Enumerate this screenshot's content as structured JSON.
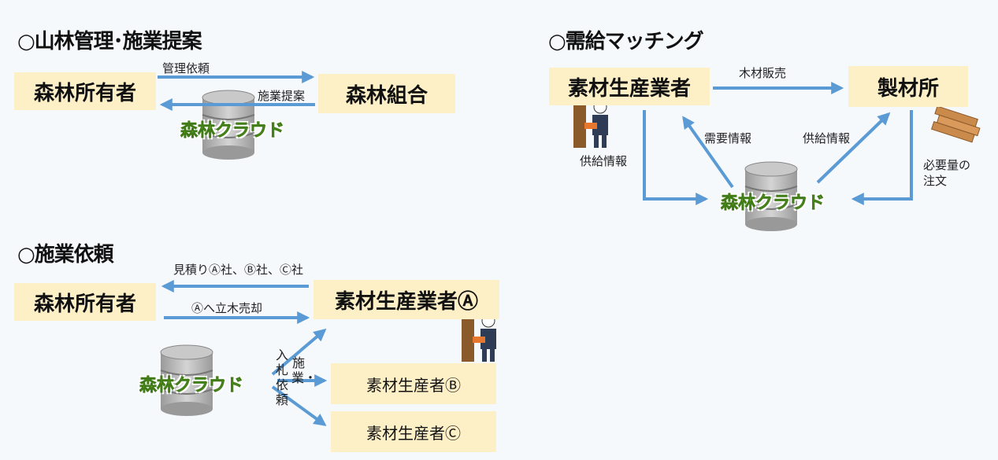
{
  "sections": {
    "forest_management": {
      "heading": "○山林管理･施業提案",
      "owner": "森林所有者",
      "union": "森林組合",
      "arrow_request": "管理依頼",
      "arrow_proposal": "施業提案",
      "cloud": "森林クラウド"
    },
    "work_request": {
      "heading": "○施業依頼",
      "owner": "森林所有者",
      "producer_a": "素材生産業者Ⓐ",
      "producer_b": "素材生産者Ⓑ",
      "producer_c": "素材生産者Ⓒ",
      "arrow_estimate": "見積りⒶ社、Ⓑ社、Ⓒ社",
      "arrow_sale": "Ⓐへ立木売却",
      "cloud": "森林クラウド",
      "bid_col1": "入札依頼",
      "bid_col2": "施業・"
    },
    "supply_demand": {
      "heading": "○需給マッチング",
      "producer": "素材生産業者",
      "sawmill": "製材所",
      "arrow_timber_sale": "木材販売",
      "demand_info": "需要情報",
      "supply_info_right": "供給情報",
      "supply_info_left": "供給情報",
      "order": "必要量の\n注文",
      "cloud": "森林クラウド"
    }
  },
  "colors": {
    "arrow": "#5b9bd5",
    "box": "#fdefc6",
    "cloud_text": "#5a9a25",
    "db": "#b5b5b5"
  },
  "icons": [
    "database-icon",
    "lumberjack-icon",
    "lumber-icon"
  ]
}
